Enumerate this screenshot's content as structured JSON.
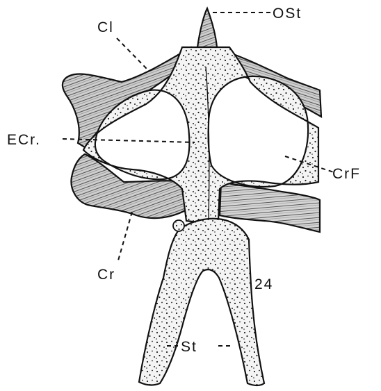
{
  "labels": {
    "ost": "OSt",
    "cl": "Cl",
    "ecr": "ECr.",
    "crf": "CrF",
    "cr": "Cr",
    "st": "St",
    "figure_number": "24"
  },
  "colors": {
    "ink": "#111111",
    "paper": "#ffffff",
    "hatch_fill": "#c9c9c9",
    "stipple_fill": "#f2f2f2"
  }
}
